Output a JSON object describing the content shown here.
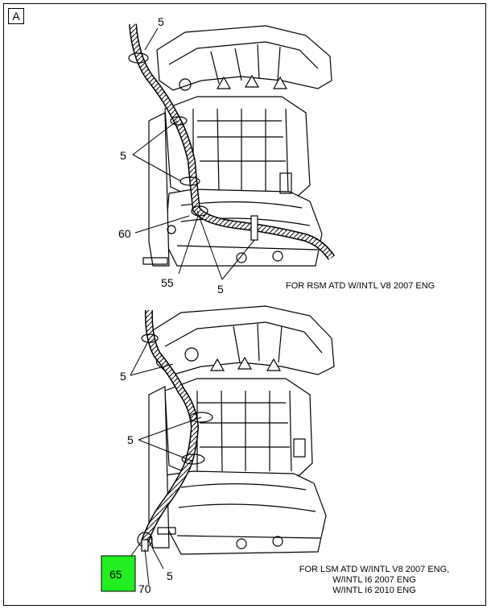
{
  "figure": {
    "panel_letter": "A"
  },
  "upper_view": {
    "caption": "FOR RSM ATD W/INTL V8 2007 ENG",
    "callouts": {
      "c1": "5",
      "c2": "5",
      "c3": "60",
      "c4": "55",
      "c5": "5"
    }
  },
  "lower_view": {
    "caption_lines": [
      "FOR LSM ATD W/INTL V8 2007 ENG,",
      "W/INTL I6 2007 ENG",
      "W/INTL I6 2010 ENG"
    ],
    "callouts": {
      "c1": "5",
      "c2": "5",
      "c3": "5",
      "c4": "70"
    },
    "highlight": {
      "label": "65",
      "color": "#22ee22"
    }
  }
}
